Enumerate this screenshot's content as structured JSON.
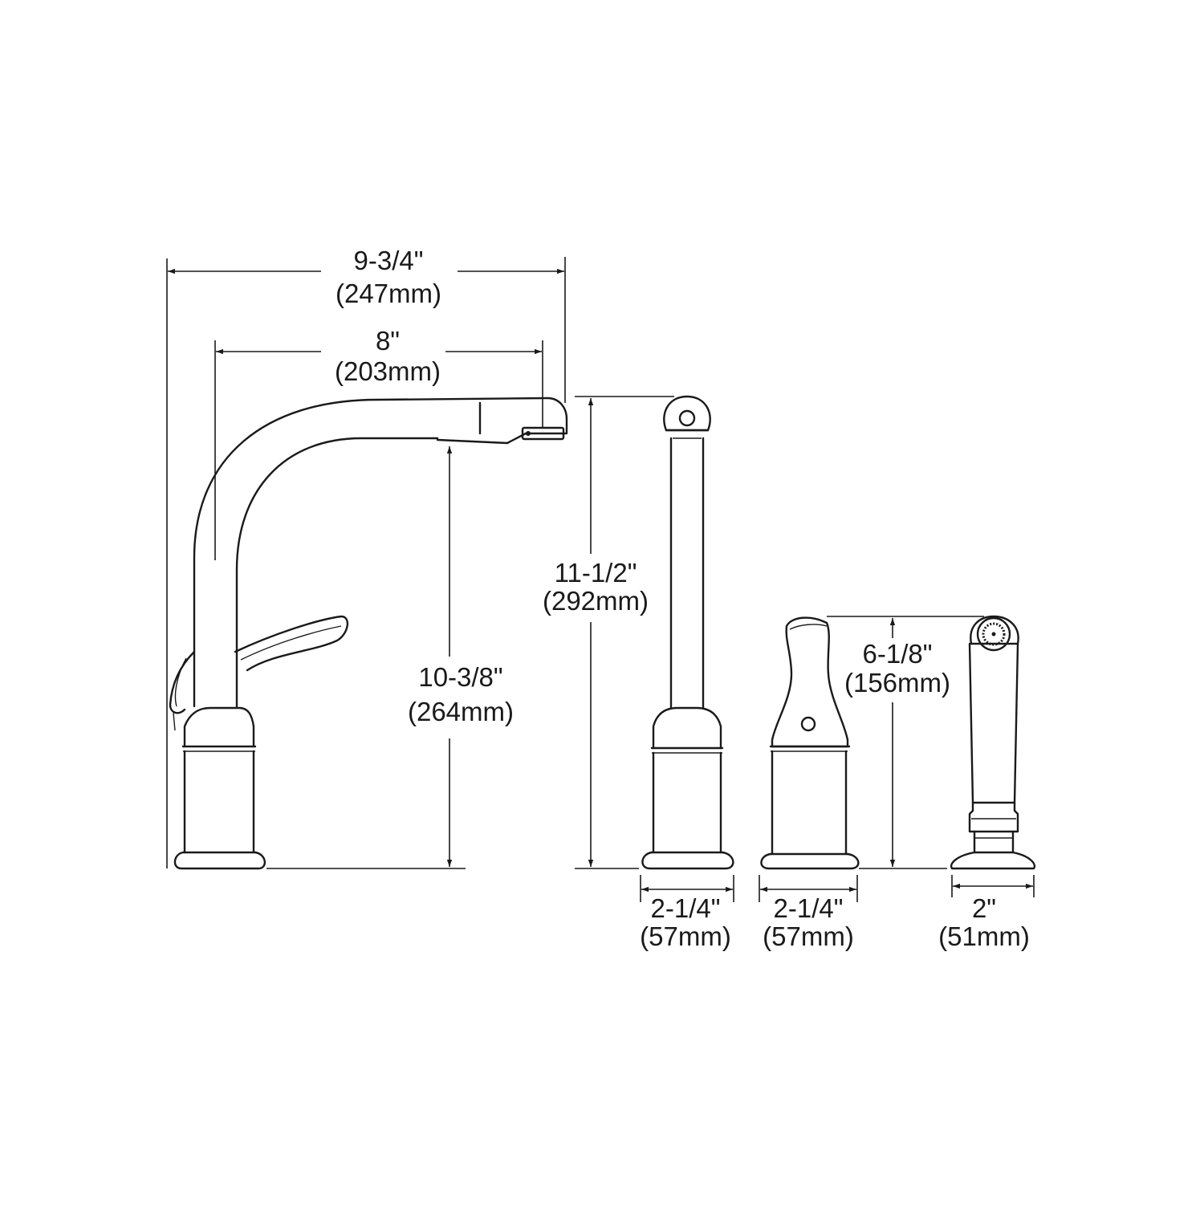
{
  "diagram": {
    "colors": {
      "line": "#1a1a1a",
      "background": "#ffffff"
    },
    "dimensions": {
      "overall_width": {
        "in": "9-3/4\"",
        "mm": "(247mm)"
      },
      "spout_reach": {
        "in": "8\"",
        "mm": "(203mm)"
      },
      "spout_height": {
        "in": "10-3/8\"",
        "mm": "(264mm)"
      },
      "side_spray_height": {
        "in": "11-1/2\"",
        "mm": "(292mm)"
      },
      "side_spray_base": {
        "in": "2-1/4\"",
        "mm": "(57mm)"
      },
      "handle_height": {
        "in": "6-1/8\"",
        "mm": "(156mm)"
      },
      "handle_base": {
        "in": "2-1/4\"",
        "mm": "(57mm)"
      },
      "sprayer_base": {
        "in": "2\"",
        "mm": "(51mm)"
      }
    }
  }
}
